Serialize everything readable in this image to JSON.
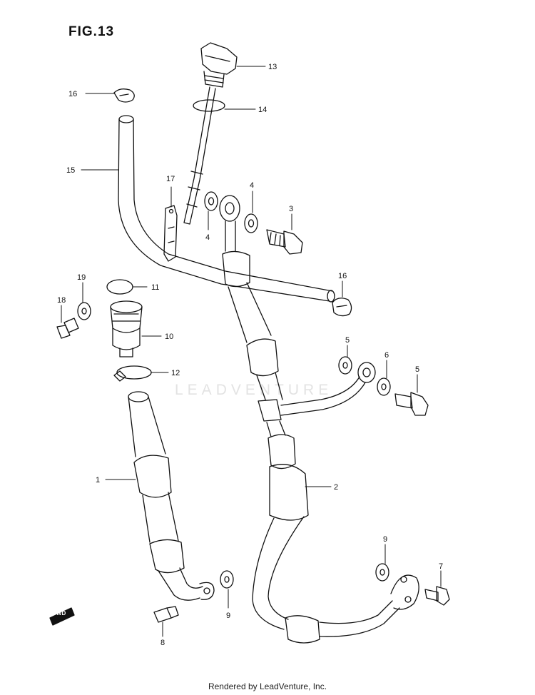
{
  "figure_title": "FIG.13",
  "footer_text": "Rendered by LeadVenture, Inc.",
  "watermark_text": "LEADVENTURE",
  "fwd_label": "FWD",
  "callouts": {
    "c1": "1",
    "c2": "2",
    "c3": "3",
    "c4a": "4",
    "c4b": "4",
    "c5a": "5",
    "c5b": "5",
    "c6": "6",
    "c7": "7",
    "c8": "8",
    "c9a": "9",
    "c9b": "9",
    "c10": "10",
    "c11": "11",
    "c12": "12",
    "c13": "13",
    "c14": "14",
    "c15": "15",
    "c16a": "16",
    "c16b": "16",
    "c17": "17",
    "c18": "18",
    "c19": "19"
  },
  "colors": {
    "ink": "#111111",
    "watermark": "#e3e3e3"
  }
}
